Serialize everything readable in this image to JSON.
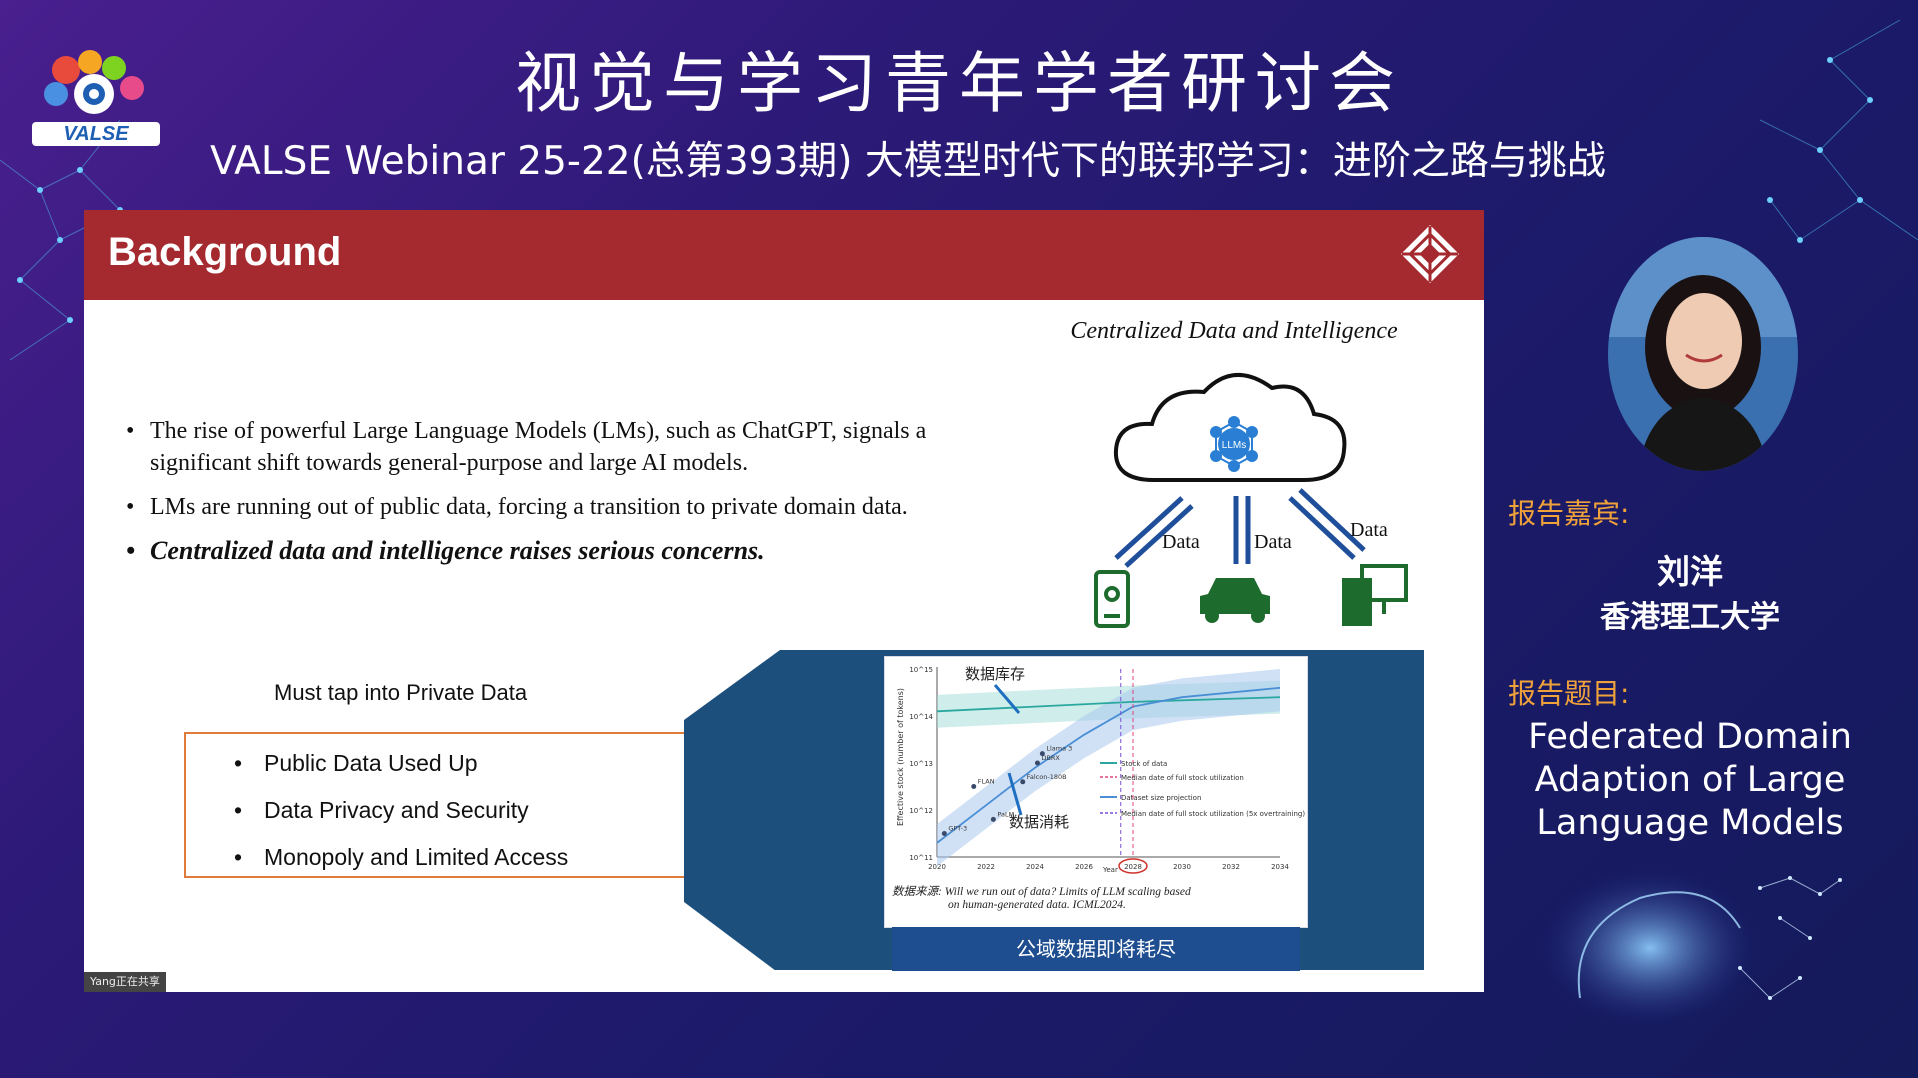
{
  "conference": {
    "title": "视觉与学习青年学者研讨会",
    "subtitle": "VALSE Webinar 25-22(总第393期) 大模型时代下的联邦学习：进阶之路与挑战",
    "logo_text": "VALSE"
  },
  "slide": {
    "title": "Background",
    "bullets": [
      "The rise of powerful Large Language Models (LMs), such as ChatGPT, signals a significant shift towards general-purpose and large AI models.",
      "LMs are running out of public data, forcing a transition to private domain data.",
      "Centralized data and intelligence raises serious concerns."
    ],
    "diagram": {
      "title": "Centralized Data and Intelligence",
      "cloud_label": "LLMs",
      "arrow_labels": [
        "Data",
        "Data",
        "Data"
      ]
    },
    "private_data": {
      "heading": "Must tap into Private Data",
      "items": [
        "Public Data Used Up",
        "Data Privacy and Security",
        "Monopoly and Limited Access"
      ]
    },
    "chart": {
      "label_stock": "数据库存",
      "label_consume": "数据消耗",
      "ylabel": "Effective stock (number of tokens)",
      "xlabel": "Year",
      "models": [
        "Llama 3",
        "DBRX",
        "FLAN",
        "Falcon-180B",
        "PaLM",
        "GPT-3"
      ],
      "legend": [
        "Stock of data",
        "Median date of full stock utilization",
        "Dataset size projection",
        "Median date of full stock utilization (5x overtraining)"
      ],
      "caption_line1": "数据来源: Will we run out of data? Limits of LLM scaling based",
      "caption_line2": "on human-generated data. ICML2024.",
      "button": "公域数据即将耗尽"
    },
    "share_tag": "Yang正在共享"
  },
  "chart_data": {
    "type": "line",
    "title": "",
    "xlabel": "Year",
    "ylabel": "Effective stock (number of tokens)",
    "x": [
      2020,
      2022,
      2024,
      2026,
      2028,
      2030,
      2032,
      2034
    ],
    "xlim": [
      2020,
      2034
    ],
    "ylim_log10": [
      11,
      15
    ],
    "y_tick_labels": [
      "10^11",
      "10^12",
      "10^13",
      "10^14",
      "10^15"
    ],
    "log_scale_y": true,
    "series": [
      {
        "name": "Stock of data",
        "x": [
          2020,
          2024,
          2028,
          2034
        ],
        "y_log10": [
          14.1,
          14.2,
          14.3,
          14.4
        ]
      },
      {
        "name": "Dataset size projection",
        "x": [
          2020,
          2022,
          2024,
          2026,
          2028,
          2030,
          2034
        ],
        "y_log10": [
          11.3,
          12.1,
          12.9,
          13.6,
          14.2,
          14.4,
          14.6
        ]
      }
    ],
    "points": [
      {
        "label": "GPT-3",
        "x": 2020.3,
        "y_log10": 11.5
      },
      {
        "label": "FLAN",
        "x": 2021.5,
        "y_log10": 12.5
      },
      {
        "label": "PaLM",
        "x": 2022.3,
        "y_log10": 11.8
      },
      {
        "label": "Falcon-180B",
        "x": 2023.5,
        "y_log10": 12.6
      },
      {
        "label": "DBRX",
        "x": 2024.1,
        "y_log10": 13.0
      },
      {
        "label": "Llama 3",
        "x": 2024.3,
        "y_log10": 13.2
      }
    ],
    "vlines": [
      {
        "name": "Median date of full stock utilization",
        "x": 2028
      },
      {
        "name": "Median date of full stock utilization (5x overtraining)",
        "x": 2027.5
      }
    ],
    "legend_position": "bottom-right"
  },
  "speaker": {
    "speaker_label": "报告嘉宾:",
    "name": "刘洋",
    "affiliation": "香港理工大学",
    "talk_label": "报告题目:",
    "talk_title_lines": [
      "Federated Domain",
      "Adaption of Large",
      "Language Models"
    ]
  },
  "colors": {
    "slide_header": "#a52a2f",
    "accent_orange": "#f0a23a",
    "box_border": "#e07b3c",
    "band_blue": "#1d4f7d"
  }
}
